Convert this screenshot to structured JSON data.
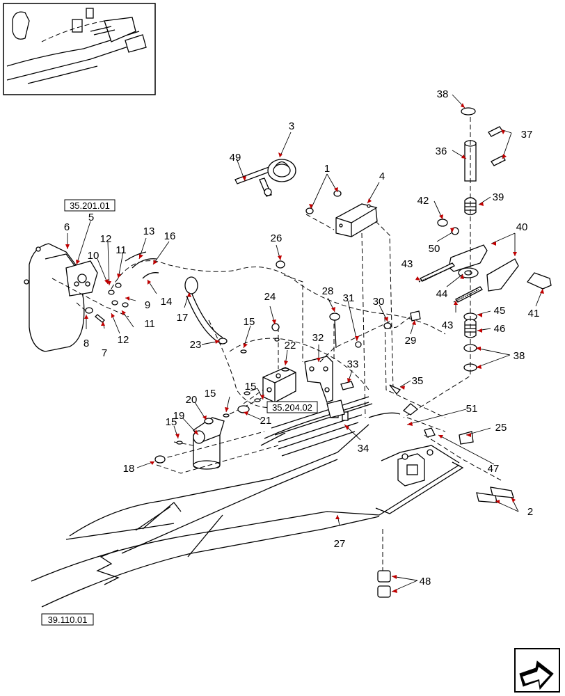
{
  "callouts": [
    "1",
    "2",
    "3",
    "4",
    "5",
    "6",
    "7",
    "8",
    "9",
    "10",
    "11",
    "11",
    "12",
    "12",
    "13",
    "14",
    "15",
    "15",
    "15",
    "15",
    "16",
    "17",
    "18",
    "19",
    "20",
    "21",
    "22",
    "23",
    "24",
    "25",
    "26",
    "27",
    "28",
    "29",
    "30",
    "31",
    "32",
    "33",
    "34",
    "35",
    "36",
    "37",
    "38",
    "38",
    "39",
    "40",
    "41",
    "42",
    "43",
    "43",
    "44",
    "45",
    "46",
    "47",
    "48",
    "49",
    "50",
    "51"
  ],
  "references": [
    "35.201.01",
    "35.204.02",
    "39.110.01"
  ],
  "icons": {
    "nav": "next-page-arrow-icon",
    "overview": "overview-thumbnail"
  }
}
